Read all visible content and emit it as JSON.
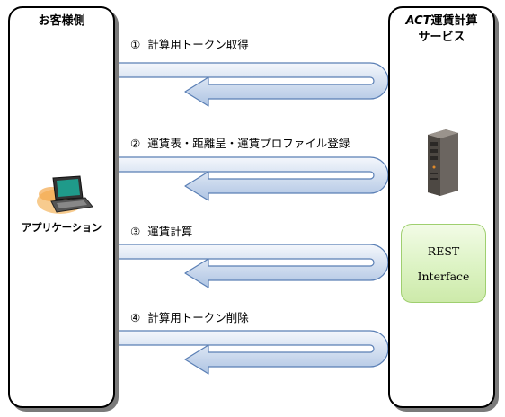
{
  "client": {
    "title": "お客様側",
    "app_label": "アプリケーション"
  },
  "service": {
    "title_prefix": "ACT",
    "title_suffix": "運賃計算",
    "title_line2": "サービス",
    "rest_line1": "REST",
    "rest_line2": "Interface"
  },
  "steps": [
    {
      "num": "①",
      "label": "計算用トークン取得"
    },
    {
      "num": "②",
      "label": "運賃表・距離呈・運賃プロファイル登録"
    },
    {
      "num": "③",
      "label": "運賃計算"
    },
    {
      "num": "④",
      "label": "計算用トークン削除"
    }
  ],
  "colors": {
    "arrow_fill_light": "#eef3fb",
    "arrow_fill_dark": "#aec4e3",
    "arrow_stroke": "#5a7fb5",
    "rest_fill": "#dcf3c3",
    "panel_shadow": "#7a7a7a"
  }
}
